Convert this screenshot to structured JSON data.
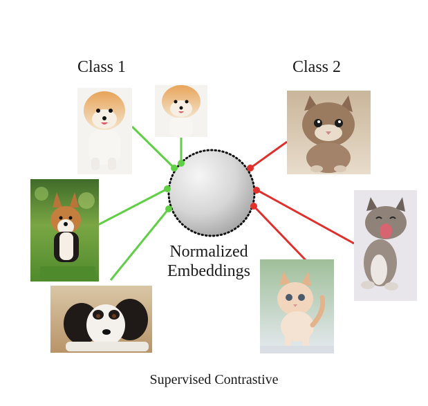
{
  "diagram": {
    "class_1_label": "Class 1",
    "class_2_label": "Class 2",
    "embedding_line_1": "Normalized",
    "embedding_line_2": "Embeddings",
    "caption": "Supervised Contrastive",
    "colors": {
      "class_1_link": "#5fcf45",
      "class_2_link": "#e0302b",
      "sphere_light": "#f2f2f2",
      "sphere_dark": "#a8a8a8"
    },
    "class_1_images": [
      "pomeranian-puppy-photo",
      "pomeranian-puppy-photo",
      "corgi-on-grass-photo",
      "spaniel-lying-down-photo"
    ],
    "class_2_images": [
      "sitting-kitten-photo",
      "yawning-kitten-photo",
      "standing-kitten-photo"
    ]
  }
}
